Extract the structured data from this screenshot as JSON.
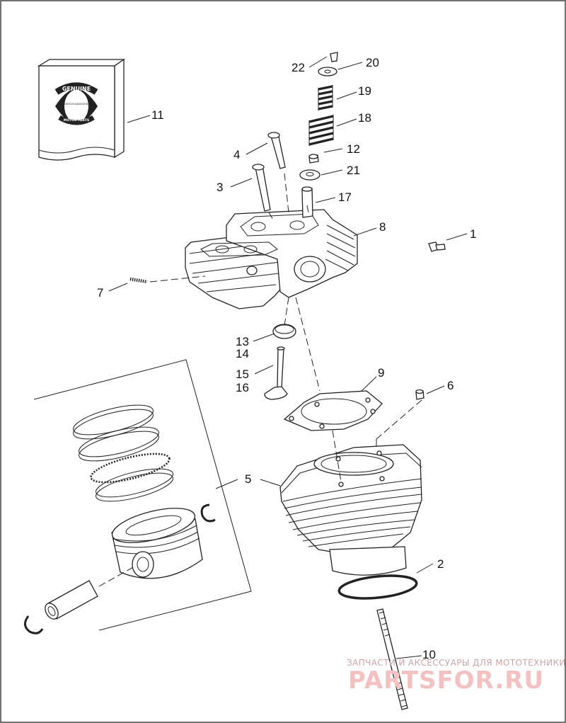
{
  "callouts": {
    "c1": "1",
    "c2": "2",
    "c3": "3",
    "c4": "4",
    "c5": "5",
    "c6": "6",
    "c7": "7",
    "c8": "8",
    "c9": "9",
    "c10": "10",
    "c11": "11",
    "c12": "12",
    "c13": "13",
    "c14": "14",
    "c15": "15",
    "c16": "16",
    "c17": "17",
    "c18": "18",
    "c19": "19",
    "c20": "20",
    "c21": "21",
    "c22": "22"
  },
  "kit_box": {
    "logo_text": "GENUINE",
    "brand_text": "HARLEY-DAVIDSON",
    "sub_text": "MOTOR PARTS"
  },
  "watermark": {
    "tagline": "ЗАПЧАСТИ И АКСЕССУАРЫ ДЛЯ МОТОТЕХНИКИ",
    "site": "PARTSFOR.RU"
  },
  "colors": {
    "line": "#222222",
    "watermark": "#f3c1c1",
    "background": "#ffffff"
  }
}
